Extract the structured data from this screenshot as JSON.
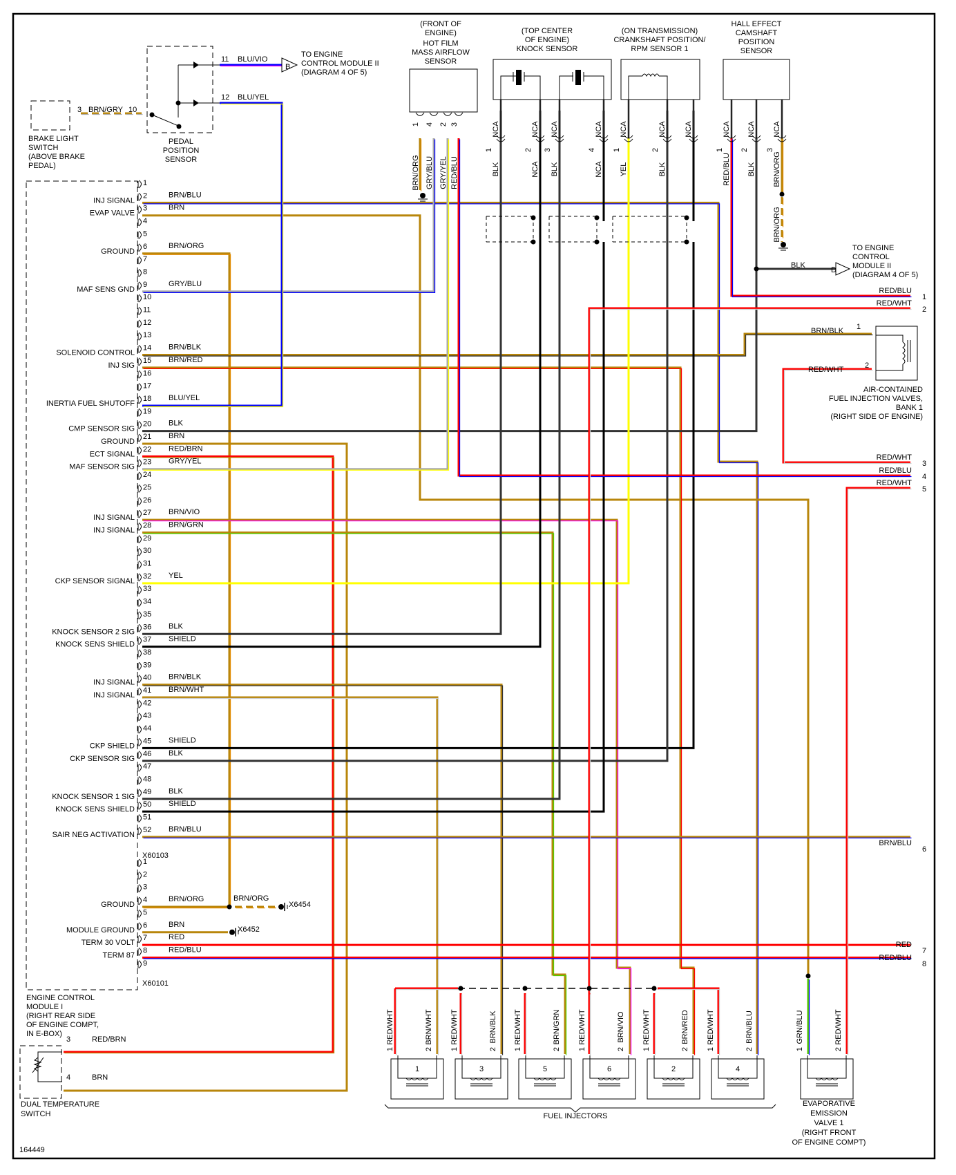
{
  "diagram_id": "164449",
  "colors": {
    "BRN": "#b8860b",
    "ORG": "#e08a00",
    "BLU": "#0000ff",
    "RED": "#ff0000",
    "YEL": "#ffff00",
    "GRY": "#aaaaaa",
    "BLK": "#333333",
    "WHT": "#cccccc",
    "GRN": "#55cc00",
    "VIO": "#ff00ff",
    "SHIELD": "#000000"
  },
  "components": {
    "brake_light_switch": {
      "label": [
        "BRAKE LIGHT",
        "SWITCH",
        "(ABOVE BRAKE",
        "PEDAL)"
      ],
      "pin": "3",
      "wire": "BRN/GRY",
      "pps_pin": "10"
    },
    "pedal_position_sensor": {
      "label": [
        "PEDAL",
        "POSITION",
        "SENSOR"
      ],
      "pins": [
        {
          "num": "11",
          "wire": "BLU/VIO"
        },
        {
          "num": "12",
          "wire": "BLU/YEL"
        }
      ]
    },
    "to_ecm_b": {
      "letter": "B",
      "label": [
        "TO ENGINE",
        "CONTROL MODULE II",
        "(DIAGRAM 4 OF 5)"
      ]
    },
    "maf_sensor": {
      "label": [
        "(FRONT OF",
        "ENGINE)",
        "HOT FILM",
        "MASS AIRFLOW",
        "SENSOR"
      ],
      "pins": [
        {
          "num": "1",
          "wire": "BRN/ORG"
        },
        {
          "num": "4",
          "wire": "GRY/BLU"
        },
        {
          "num": "2",
          "wire": "GRY/YEL"
        },
        {
          "num": "3",
          "wire": "RED/BLU"
        }
      ]
    },
    "knock_sensor": {
      "label": [
        "(TOP CENTER",
        "OF ENGINE)",
        "KNOCK SENSOR"
      ],
      "pins": [
        {
          "num": "1",
          "top": "NCA",
          "wire": "BLK"
        },
        {
          "num": "2",
          "top": "NCA",
          "wire": "NCA"
        },
        {
          "num": "3",
          "top": "NCA",
          "wire": "BLK"
        },
        {
          "num": "4",
          "top": "NCA",
          "wire": "NCA"
        }
      ]
    },
    "ckp_sensor": {
      "label": [
        "(ON TRANSMISSION)",
        "CRANKSHAFT POSITION/",
        "RPM SENSOR 1"
      ],
      "pins": [
        {
          "num": "1",
          "top": "NCA",
          "wire": "YEL"
        },
        {
          "num": "2",
          "top": "NCA",
          "wire": "BLK"
        },
        {
          "num": "",
          "top": "NCA",
          "wire": ""
        }
      ]
    },
    "cmp_sensor": {
      "label": [
        "HALL EFFECT",
        "CAMSHAFT",
        "POSITION",
        "SENSOR"
      ],
      "pins": [
        {
          "num": "1",
          "top": "NCA",
          "wire": "RED/BLU"
        },
        {
          "num": "2",
          "top": "NCA",
          "wire": "BLK"
        },
        {
          "num": "3",
          "top": "NCA",
          "wire": "BRN/ORG"
        }
      ],
      "ground_wire": "BRN/ORG"
    },
    "to_ecm_d": {
      "letter": "D",
      "wire": "BLK",
      "label": [
        "TO ENGINE",
        "CONTROL",
        "MODULE II",
        "(DIAGRAM 4 OF 5)"
      ]
    },
    "air_injection_valves": {
      "label": [
        "AIR-CONTAINED",
        "FUEL INJECTION VALVES,",
        "BANK 1",
        "(RIGHT SIDE OF ENGINE)"
      ],
      "pins": [
        {
          "num": "1",
          "wire": "BRN/BLK"
        },
        {
          "num": "2",
          "wire": "RED/WHT"
        }
      ]
    },
    "ecm": {
      "label": [
        "ENGINE CONTROL",
        "MODULE I",
        "(RIGHT REAR SIDE",
        "OF ENGINE COMPT,",
        "IN E-BOX)"
      ],
      "connector_a": "X60103",
      "connector_b": "X60101"
    },
    "dual_temp_switch": {
      "label": [
        "DUAL TEMPERATURE",
        "SWITCH"
      ],
      "pins": [
        {
          "num": "3",
          "wire": "RED/BRN"
        },
        {
          "num": "4",
          "wire": "BRN"
        }
      ]
    },
    "fuel_injectors": {
      "label": "FUEL INJECTORS",
      "items": [
        {
          "num": "1",
          "pin1": "RED/WHT",
          "pin2": "BRN/WHT"
        },
        {
          "num": "3",
          "pin1": "RED/WHT",
          "pin2": "BRN/BLK"
        },
        {
          "num": "5",
          "pin1": "RED/WHT",
          "pin2": "BRN/GRN"
        },
        {
          "num": "6",
          "pin1": "RED/WHT",
          "pin2": "BRN/VIO"
        },
        {
          "num": "2",
          "pin1": "RED/WHT",
          "pin2": "BRN/RED"
        },
        {
          "num": "4",
          "pin1": "RED/WHT",
          "pin2": "BRN/BLU"
        }
      ]
    },
    "evap_valve": {
      "label": [
        "EVAPORATIVE",
        "EMISSION",
        "VALVE 1",
        "(RIGHT FRONT",
        "OF ENGINE COMPT)"
      ],
      "pins": [
        {
          "num": "1",
          "wire": "GRN/BLU"
        },
        {
          "num": "2",
          "wire": "RED/WHT"
        }
      ]
    },
    "grounds": [
      {
        "id": "X6454",
        "wire": "BRN/ORG"
      },
      {
        "id": "X6452"
      }
    ],
    "pin_labels": {
      "one": "1",
      "two": "2"
    }
  },
  "ecm_pins_a": [
    {
      "n": "1"
    },
    {
      "n": "2",
      "name": "INJ SIGNAL",
      "wire": "BRN/BLU"
    },
    {
      "n": "3",
      "name": "EVAP VALVE",
      "wire": "BRN"
    },
    {
      "n": "4"
    },
    {
      "n": "5"
    },
    {
      "n": "6",
      "name": "GROUND",
      "wire": "BRN/ORG"
    },
    {
      "n": "7"
    },
    {
      "n": "8"
    },
    {
      "n": "9",
      "name": "MAF SENS GND",
      "wire": "GRY/BLU"
    },
    {
      "n": "10"
    },
    {
      "n": "11"
    },
    {
      "n": "12"
    },
    {
      "n": "13"
    },
    {
      "n": "14",
      "name": "SOLENOID CONTROL",
      "wire": "BRN/BLK"
    },
    {
      "n": "15",
      "name": "INJ SIG",
      "wire": "BRN/RED"
    },
    {
      "n": "16"
    },
    {
      "n": "17"
    },
    {
      "n": "18",
      "name": "INERTIA FUEL SHUTOFF",
      "wire": "BLU/YEL"
    },
    {
      "n": "19"
    },
    {
      "n": "20",
      "name": "CMP SENSOR SIG",
      "wire": "BLK"
    },
    {
      "n": "21",
      "name": "GROUND",
      "wire": "BRN"
    },
    {
      "n": "22",
      "name": "ECT SIGNAL",
      "wire": "RED/BRN"
    },
    {
      "n": "23",
      "name": "MAF SENSOR SIG",
      "wire": "GRY/YEL"
    },
    {
      "n": "24"
    },
    {
      "n": "25"
    },
    {
      "n": "26"
    },
    {
      "n": "27",
      "name": "INJ SIGNAL",
      "wire": "BRN/VIO"
    },
    {
      "n": "28",
      "name": "INJ SIGNAL",
      "wire": "BRN/GRN"
    },
    {
      "n": "29"
    },
    {
      "n": "30"
    },
    {
      "n": "31"
    },
    {
      "n": "32",
      "name": "CKP SENSOR SIGNAL",
      "wire": "YEL"
    },
    {
      "n": "33"
    },
    {
      "n": "34"
    },
    {
      "n": "35"
    },
    {
      "n": "36",
      "name": "KNOCK SENSOR 2 SIG",
      "wire": "BLK"
    },
    {
      "n": "37",
      "name": "KNOCK SENS SHIELD",
      "wire": "SHIELD"
    },
    {
      "n": "38"
    },
    {
      "n": "39"
    },
    {
      "n": "40",
      "name": "INJ SIGNAL",
      "wire": "BRN/BLK"
    },
    {
      "n": "41",
      "name": "INJ SIGNAL",
      "wire": "BRN/WHT"
    },
    {
      "n": "42"
    },
    {
      "n": "43"
    },
    {
      "n": "44"
    },
    {
      "n": "45",
      "name": "CKP SHIELD",
      "wire": "SHIELD"
    },
    {
      "n": "46",
      "name": "CKP SENSOR SIG",
      "wire": "BLK"
    },
    {
      "n": "47"
    },
    {
      "n": "48"
    },
    {
      "n": "49",
      "name": "KNOCK SENSOR 1 SIG",
      "wire": "BLK"
    },
    {
      "n": "50",
      "name": "KNOCK SENS SHIELD",
      "wire": "SHIELD"
    },
    {
      "n": "51"
    },
    {
      "n": "52",
      "name": "SAIR NEG ACTIVATION",
      "wire": "BRN/BLU"
    }
  ],
  "ecm_pins_b": [
    {
      "n": "1"
    },
    {
      "n": "2"
    },
    {
      "n": "3"
    },
    {
      "n": "4",
      "name": "GROUND",
      "wire": "BRN/ORG"
    },
    {
      "n": "5"
    },
    {
      "n": "6",
      "name": "MODULE GROUND",
      "wire": "BRN"
    },
    {
      "n": "7",
      "name": "TERM 30 VOLT",
      "wire": "RED"
    },
    {
      "n": "8",
      "name": "TERM 87",
      "wire": "RED/BLU"
    },
    {
      "n": "9"
    }
  ],
  "right_edge": [
    {
      "n": "1",
      "wire": "RED/BLU"
    },
    {
      "n": "2",
      "wire": "RED/WHT"
    },
    {
      "n": "3",
      "wire": "RED/WHT"
    },
    {
      "n": "4",
      "wire": "RED/BLU"
    },
    {
      "n": "5",
      "wire": "RED/WHT"
    },
    {
      "n": "6",
      "wire": "BRN/BLU"
    },
    {
      "n": "7",
      "wire": "RED"
    },
    {
      "n": "8",
      "wire": "RED/BLU"
    }
  ]
}
